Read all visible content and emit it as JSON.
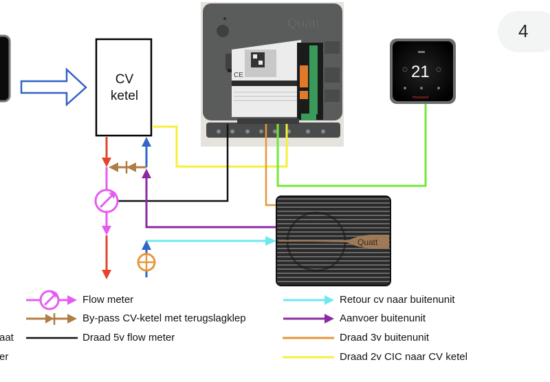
{
  "page_badge": {
    "number": "4"
  },
  "cv_boiler": {
    "line1": "CV",
    "line2": "ketel"
  },
  "devices": {
    "controller": {
      "name": "Quatt CIC controller",
      "brand_text": "Quatt"
    },
    "thermostat": {
      "name": "Honeywell thermostat",
      "display_temp": "21",
      "brand_text": "Honeywell"
    },
    "outdoor_unit": {
      "name": "Quatt buitenunit",
      "brand_text": "Quatt"
    }
  },
  "legend": {
    "left": [
      {
        "symbol": "flow-meter",
        "color": "#e55bf0",
        "label": "Flow meter"
      },
      {
        "symbol": "check-valve-arrow",
        "color": "#b07d45",
        "label": "By-pass CV-ketel met terugslagklep"
      },
      {
        "symbol": "line",
        "color": "#111111",
        "label": "Draad 5v flow meter"
      }
    ],
    "left_cut": [
      "aat",
      "er"
    ],
    "right": [
      {
        "symbol": "arrow",
        "color": "#6ee8f0",
        "label": "Retour cv naar buitenunit"
      },
      {
        "symbol": "arrow",
        "color": "#8a2aa0",
        "label": "Aanvoer buitenunit"
      },
      {
        "symbol": "line",
        "color": "#e8963a",
        "label": "Draad 3v buitenunit"
      },
      {
        "symbol": "line",
        "color": "#f5f03a",
        "label": "Draad 2v CIC naar CV ketel"
      }
    ]
  },
  "colors": {
    "blue_arrow": "#2f62c2",
    "red_pipe": "#e2452b",
    "blue_pipe": "#2f66c8",
    "pink_flow": "#e55bf0",
    "brown_bypass": "#b07d45",
    "purple_supply": "#8a2aa0",
    "cyan_return": "#6ee8f0",
    "orange_wire": "#e8963a",
    "yellow_wire": "#f5f03a",
    "green_wire": "#74e83a",
    "black_wire": "#111111"
  }
}
